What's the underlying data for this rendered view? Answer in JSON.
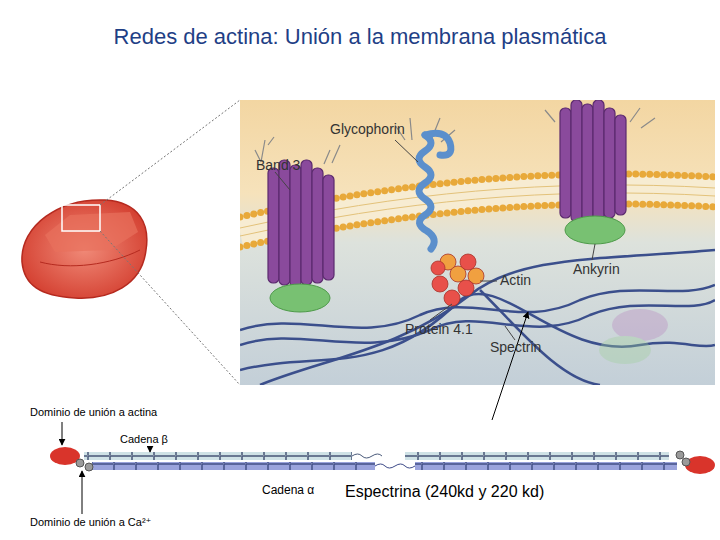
{
  "diagram": {
    "title": "Redes de actina: Unión a la membrana plasmática",
    "labels": [
      "Glycophorin",
      "Band 3",
      "Actin",
      "Ankyrin",
      "Protein 4.1",
      "Spectrin",
      "Dominio de unión a actina",
      "Cadena β",
      "Dominio de unión a Ca²⁺",
      "Cadena α",
      "Espectrina (240kd y 220 kd)"
    ]
  }
}
